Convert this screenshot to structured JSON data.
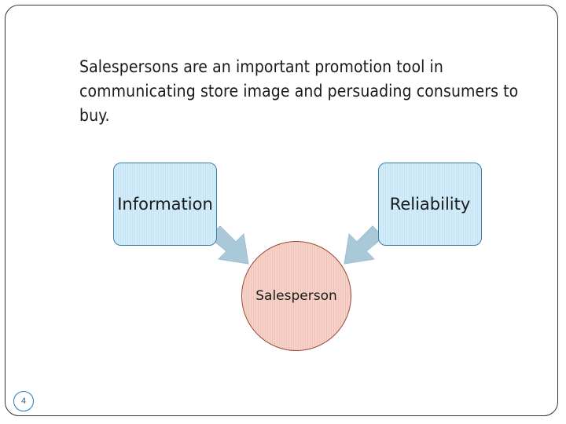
{
  "slide": {
    "body_text": "Salespersons are an important promotion tool in communicating store image and persuading consumers to buy.",
    "page_number": "4"
  },
  "diagram": {
    "left_box": "Information",
    "right_box": "Reliability",
    "center_circle": "Salesperson"
  },
  "colors": {
    "box_fill": "#d2ecf9",
    "box_border": "#3a7fa8",
    "circle_fill": "#f6d2c8",
    "circle_border": "#9b4a3a",
    "arrow_fill": "#a9c9d8"
  }
}
